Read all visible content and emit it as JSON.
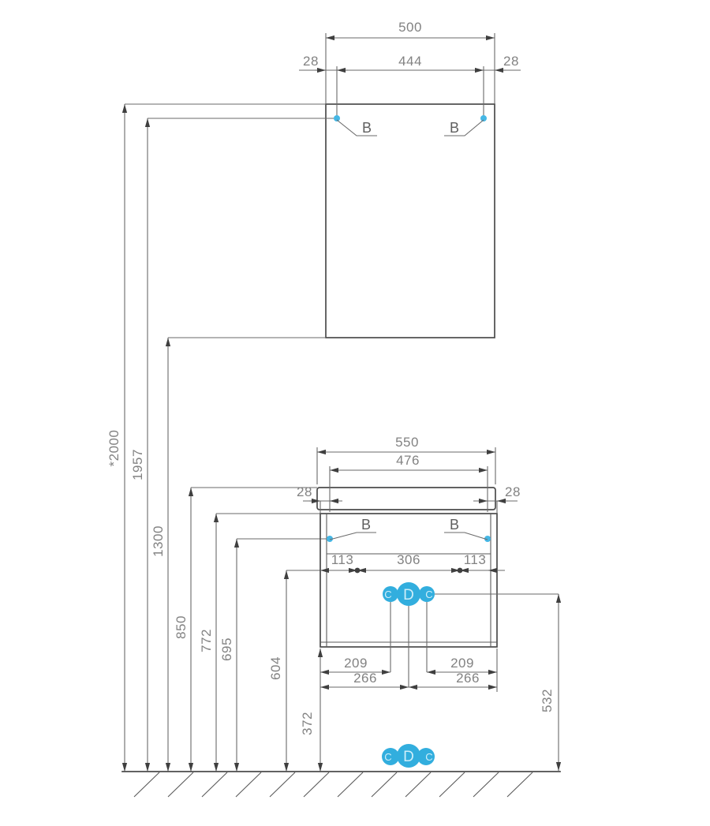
{
  "colors": {
    "accent_blue": "#32aede",
    "hole_dot_blue": "#45b7e5",
    "line_gray": "#4c4c4c",
    "dim_gray": "#6a6a6a",
    "text_gray": "#828282"
  },
  "mirror": {
    "width": "500",
    "hole_span": "444",
    "offset_left": "28",
    "offset_right": "28",
    "hole_left": "B",
    "hole_right": "B"
  },
  "heights": {
    "mirror_top": "*2000",
    "mirror_holes": "1957",
    "mirror_bottom": "1300",
    "counter_top": "850",
    "cabinet_top": "772",
    "cabinet_holes": "695",
    "drawer_axis": "604",
    "cabinet_bottom": "372"
  },
  "cabinet": {
    "width": "550",
    "hole_span": "476",
    "offset_left": "28",
    "offset_right": "28",
    "hole_left": "B",
    "hole_right": "B",
    "inner_left": "113",
    "inner_center": "306",
    "inner_right": "113",
    "supply_left": "209",
    "supply_right": "209",
    "drain_left": "266",
    "drain_right": "266",
    "outlet_height": "532"
  },
  "connections": {
    "top": {
      "left": "C",
      "center": "D",
      "right": "C"
    },
    "bottom": {
      "left": "C",
      "center": "D",
      "right": "C"
    }
  }
}
